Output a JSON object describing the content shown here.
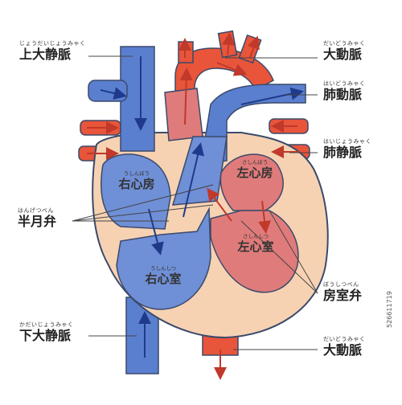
{
  "labels": {
    "svc": {
      "ruby": "じょうだいじょうみゃく",
      "text": "上大静脈"
    },
    "aorta_top": {
      "ruby": "だいどうみゃく",
      "text": "大動脈"
    },
    "pa": {
      "ruby": "はいどうみゃく",
      "text": "肺動脈"
    },
    "pv": {
      "ruby": "はいじょうみゃく",
      "text": "肺静脈"
    },
    "semilunar": {
      "ruby": "はんげつべん",
      "text": "半月弁"
    },
    "av_valve": {
      "ruby": "ぼうしつべん",
      "text": "房室弁"
    },
    "ivc": {
      "ruby": "かだいじょうみゃく",
      "text": "下大静脈"
    },
    "aorta_bottom": {
      "ruby": "だいどうみゃく",
      "text": "大動脈"
    }
  },
  "chambers": {
    "ra": {
      "ruby": "うしんぼう",
      "text": "右心房"
    },
    "la": {
      "ruby": "さしんぼう",
      "text": "左心房"
    },
    "lv": {
      "ruby": "さしんしつ",
      "text": "左心室"
    },
    "rv": {
      "ruby": "うしんしつ",
      "text": "右心室"
    }
  },
  "stock_id": "526611719",
  "colors": {
    "venous_blue": "#6f8fd6",
    "venous_dark": "#3b5fa8",
    "arterial_red": "#e8553a",
    "chamber_pink": "#e07b7b",
    "wall": "#f6d2b3",
    "arrow_navy": "#1f3a8a",
    "arrow_red": "#c0392b"
  }
}
